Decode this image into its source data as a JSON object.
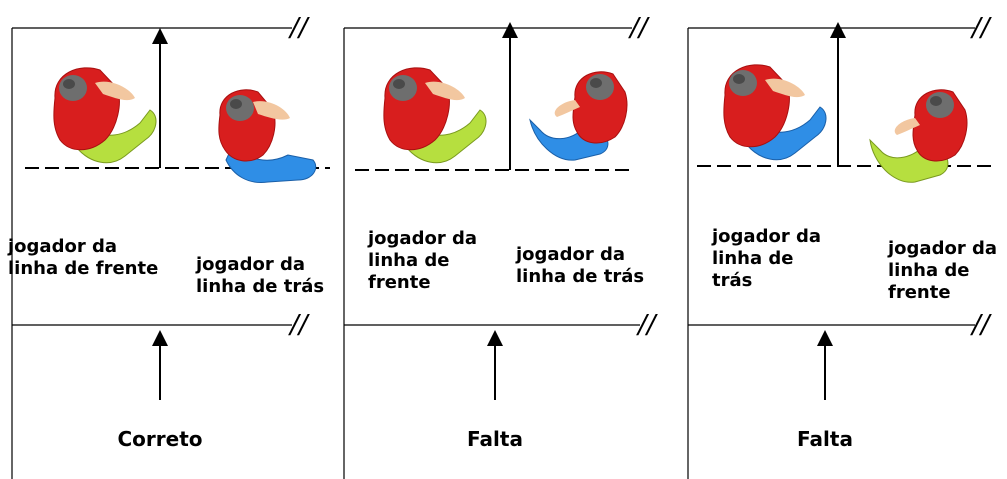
{
  "colors": {
    "shirt": "#d81e1e",
    "shirt_dark": "#a80f0f",
    "head": "#6e6e6e",
    "head_dark": "#4a4a4a",
    "skin": "#f2c7a0",
    "legs_green": "#b6df3f",
    "legs_blue": "#2f8ee6",
    "line": "#000000"
  },
  "panels": [
    {
      "name": "panel-correto",
      "verdict": "Correto",
      "left_player": {
        "label": "jogador da\nlinha de frente",
        "legs": "legs_green"
      },
      "right_player": {
        "label": "jogador da\nlinha de trás",
        "legs": "legs_blue"
      }
    },
    {
      "name": "panel-falta-1",
      "verdict": "Falta",
      "left_player": {
        "label": "jogador da\nlinha de\nfrente",
        "legs": "legs_green"
      },
      "right_player": {
        "label": "jogador da\nlinha de trás",
        "legs": "legs_blue"
      }
    },
    {
      "name": "panel-falta-2",
      "verdict": "Falta",
      "left_player": {
        "label": "jogador da\nlinha de\ntrás",
        "legs": "legs_blue"
      },
      "right_player": {
        "label": "jogador da\nlinha de\nfrente",
        "legs": "legs_green"
      }
    }
  ]
}
